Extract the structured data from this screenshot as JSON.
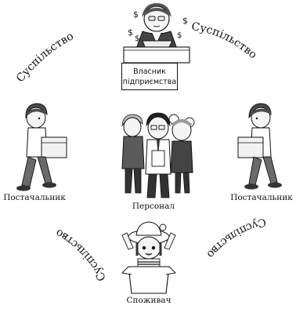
{
  "diagram": {
    "owner_label_line1": "Власник",
    "owner_label_line2": "підприємства",
    "supplier_left": "Постачальник",
    "supplier_right": "Постачальник",
    "staff": "Персонал",
    "consumer": "Споживач",
    "society": [
      "Суспільство",
      "Суспільство",
      "Суспільство",
      "Суспільство"
    ],
    "dollar_sign": "$"
  }
}
